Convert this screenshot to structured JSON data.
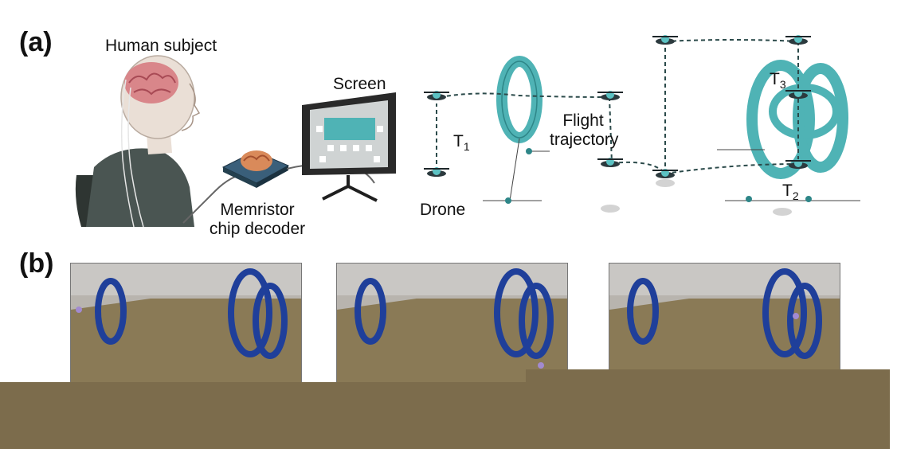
{
  "figure": {
    "panel_a_label": "(a)",
    "panel_b_label": "(b)",
    "labels": {
      "human_subject": "Human subject",
      "screen": "Screen",
      "memristor_line1": "Memristor",
      "memristor_line2": "chip decoder",
      "drone": "Drone",
      "t1": "T",
      "t1_sub": "1",
      "flight_line1": "Flight",
      "flight_line2": "trajectory",
      "t2": "T",
      "t2_sub": "2",
      "t3": "T",
      "t3_sub": "3"
    },
    "colors": {
      "ring_teal": "#4fb3b5",
      "ring_blue": "#1f3f9a",
      "floor": "#8a7a56",
      "band": "#7c6c4c"
    },
    "icons": [
      "brain-icon",
      "drone-icon",
      "monitor-icon",
      "chip-icon",
      "ring-gate-icon"
    ]
  }
}
